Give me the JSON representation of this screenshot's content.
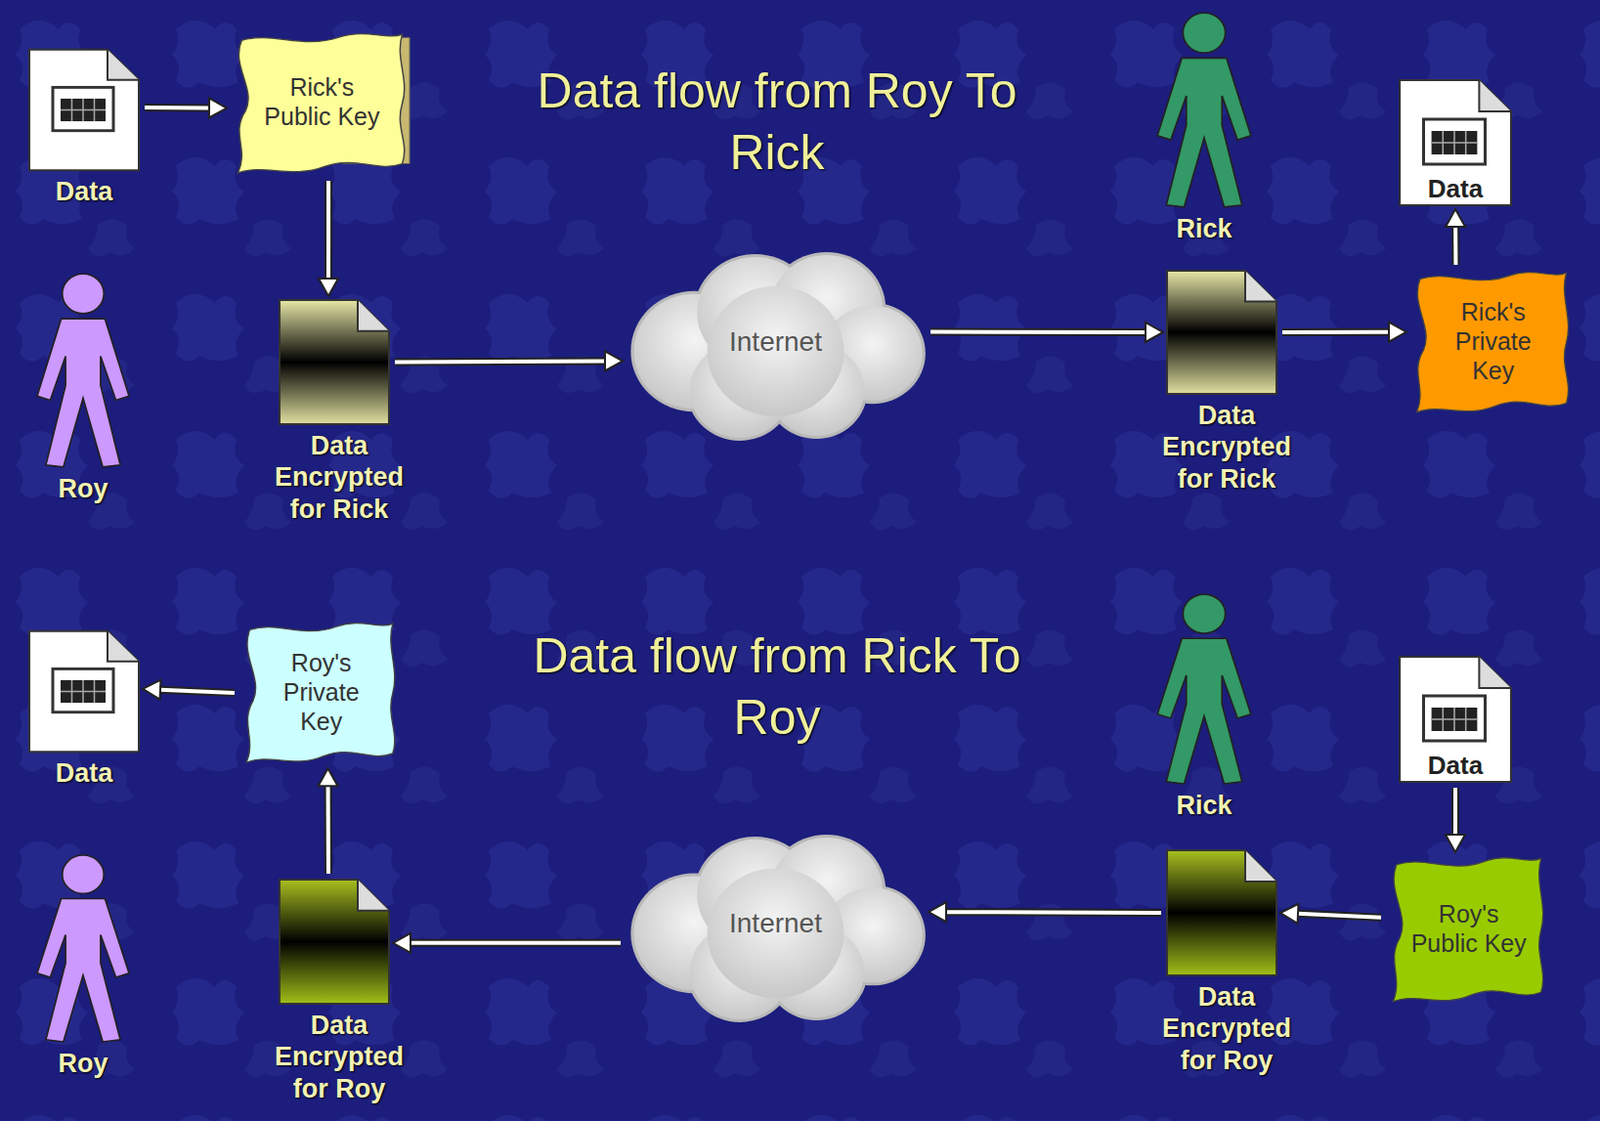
{
  "diagram": {
    "nodes": [
      {
        "text": [
          "Data"
        ]
      },
      {
        "text": [
          "Rick's Public Key"
        ]
      },
      {
        "text": [
          "Roy"
        ]
      },
      {
        "text": [
          "Data Encrypted for Rick"
        ]
      },
      {
        "text": [
          "Internet"
        ]
      },
      {
        "text": [
          "Rick"
        ]
      },
      {
        "text": [
          "Data Encrypted for Rick"
        ]
      },
      {
        "text": [
          "Rick's Private Key"
        ]
      },
      {
        "text": [
          "Data"
        ]
      },
      {
        "text": [
          "Data"
        ]
      },
      {
        "text": [
          "Roy's Private Key"
        ]
      },
      {
        "text": [
          "Roy"
        ]
      },
      {
        "text": [
          "Data Encrypted for Roy"
        ]
      },
      {
        "text": [
          "Internet"
        ]
      },
      {
        "text": [
          "Rick"
        ]
      },
      {
        "text": [
          "Data"
        ]
      },
      {
        "text": [
          "Data Encrypted for Roy"
        ]
      },
      {
        "text": [
          "Roy's Public Key"
        ]
      }
    ],
    "edges": [
      {
        "from": 0,
        "to": 1,
        "arrow": "to"
      },
      {
        "from": 1,
        "to": 3,
        "arrow": "to"
      },
      {
        "from": 3,
        "to": 4,
        "arrow": "to"
      },
      {
        "from": 4,
        "to": 6,
        "arrow": "to"
      },
      {
        "from": 6,
        "to": 7,
        "arrow": "to"
      },
      {
        "from": 7,
        "to": 8,
        "arrow": "to"
      },
      {
        "from": 15,
        "to": 17,
        "arrow": "to"
      },
      {
        "from": 17,
        "to": 16,
        "arrow": "to"
      },
      {
        "from": 16,
        "to": 13,
        "arrow": "to"
      },
      {
        "from": 13,
        "to": 12,
        "arrow": "to"
      },
      {
        "from": 12,
        "to": 10,
        "arrow": "to"
      },
      {
        "from": 10,
        "to": 9,
        "arrow": "to"
      }
    ],
    "labels": [
      "Data flow from Roy To Rick",
      "Data flow from Rick To Roy"
    ]
  }
}
